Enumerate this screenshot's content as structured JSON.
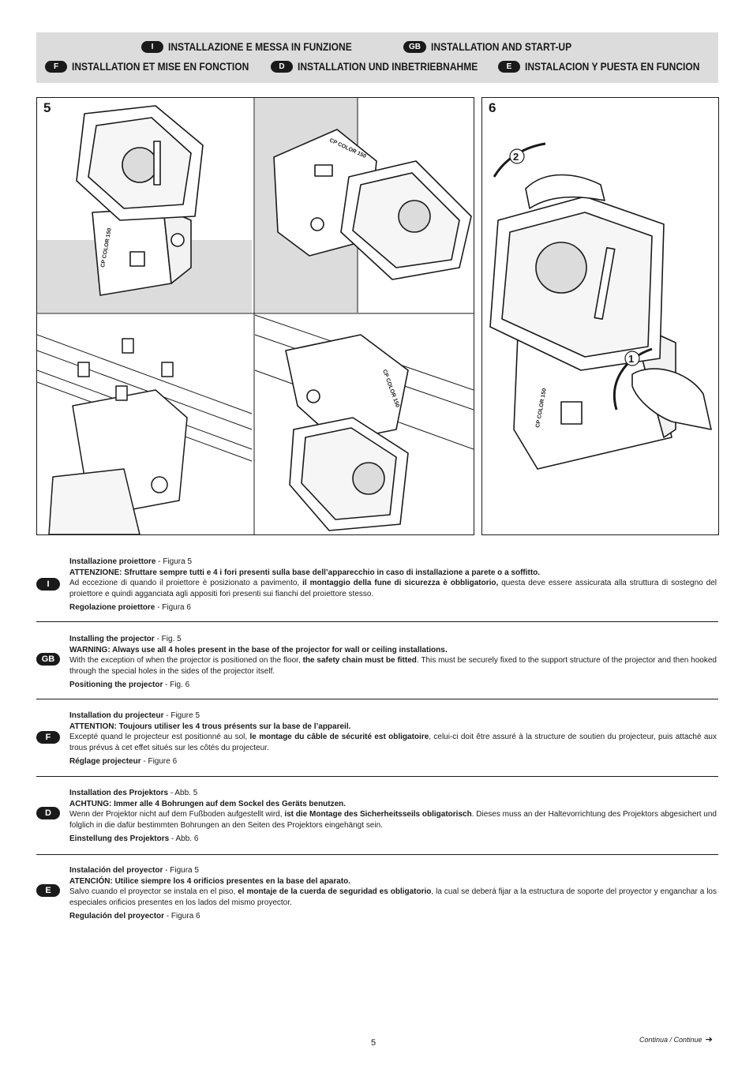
{
  "header": {
    "row1": [
      {
        "code": "I",
        "title": "INSTALLAZIONE E MESSA IN FUNZIONE"
      },
      {
        "code": "GB",
        "title": "INSTALLATION AND START-UP"
      }
    ],
    "row2": [
      {
        "code": "F",
        "title": "INSTALLATION ET MISE EN FONCTION"
      },
      {
        "code": "D",
        "title": "INSTALLATION UND INBETRIEBNAHME"
      },
      {
        "code": "E",
        "title": "INSTALACION Y PUESTA EN FUNCION"
      }
    ]
  },
  "figures": {
    "fig5": {
      "number": "5",
      "label_a": "CP COLOR 150",
      "label_b": "CP COLOR 150",
      "label_c": "CP COLOR 150"
    },
    "fig6": {
      "number": "6",
      "label": "CP COLOR 150",
      "step1": "1",
      "step2": "2"
    }
  },
  "sections": [
    {
      "code": "I",
      "heading": "Installazione proiettore",
      "heading_ref": " - Figura 5",
      "warning": "ATTENZIONE: Sfruttare sempre tutti e 4 i fori presenti sulla base dell’apparecchio in caso di installazione a parete o a soffitto.",
      "body_pre": "Ad eccezione di quando il proiettore è posizionato a pavimento, ",
      "body_bold": "il montaggio della fune di sicurezza è obbligatorio,",
      "body_post": " questa deve essere assicurata alla struttura di sostegno del proiettore e quindi agganciata agli appositi fori presenti sui fianchi del proiettore stesso.",
      "sub": "Regolazione proiettore",
      "sub_ref": " - Figura 6"
    },
    {
      "code": "GB",
      "heading": "Installing the projector",
      "heading_ref": " - Fig. 5",
      "warning": "WARNING: Always use all 4 holes present in the base of the projector for wall or ceiling installations.",
      "body_pre": "With the exception of when the projector is positioned on the floor, ",
      "body_bold": "the safety chain must be fitted",
      "body_post": ". This must be securely fixed to the support structure of the projector and then hooked through the special holes in the sides of the projector itself.",
      "sub": "Positioning the projector",
      "sub_ref": " - Fig. 6"
    },
    {
      "code": "F",
      "heading": "Installation du projecteur",
      "heading_ref": "  - Figure 5",
      "warning": "ATTENTION: Toujours utiliser les 4 trous présents sur la base de l’appareil.",
      "body_pre": "Excepté quand le projecteur est positionné au sol, ",
      "body_bold": "le montage du câble de sécurité est obligatoire",
      "body_post": ", celui-ci doit être assuré à la structure de soutien du projecteur, puis attaché aux trous prévus à cet effet situés sur les côtés du projecteur.",
      "sub": "Réglage projecteur",
      "sub_ref": " - Figure 6"
    },
    {
      "code": "D",
      "heading": "Installation des Projektors",
      "heading_ref": " - Abb. 5",
      "warning": "ACHTUNG: Immer alle 4 Bohrungen auf dem Sockel des Geräts benutzen.",
      "body_pre": "Wenn der Projektor nicht auf dem Fußboden aufgestellt wird, ",
      "body_bold": "ist die Montage des Sicherheitsseils obligatorisch",
      "body_post": ". Dieses muss an der Haltevorrichtung des Projektors abgesichert und folglich in die dafür bestimmten Bohrungen an den Seiten des Projektors eingehängt sein.",
      "sub": "Einstellung des Projektors",
      "sub_ref": " - Abb. 6"
    },
    {
      "code": "E",
      "heading": "Instalación del proyector",
      "heading_ref": " - Figura 5",
      "warning": "ATENCIÓN: Utilice siempre los 4 orificios presentes en la base del aparato.",
      "body_pre": "Salvo cuando el proyector se instala en el piso, ",
      "body_bold": "el montaje de la cuerda de seguridad es obligatorio",
      "body_post": ", la cual se deberá fijar a la estructura de soporte del proyector y enganchar a los especiales orificios presentes en los lados del mismo proyector.",
      "sub": "Regulación del proyector",
      "sub_ref": " - Figura 6"
    }
  ],
  "footer": {
    "page_number": "5",
    "continue_text": "Continua / Continue",
    "continue_icon": "arrow-right-icon",
    "continue_arrow": "➔"
  }
}
